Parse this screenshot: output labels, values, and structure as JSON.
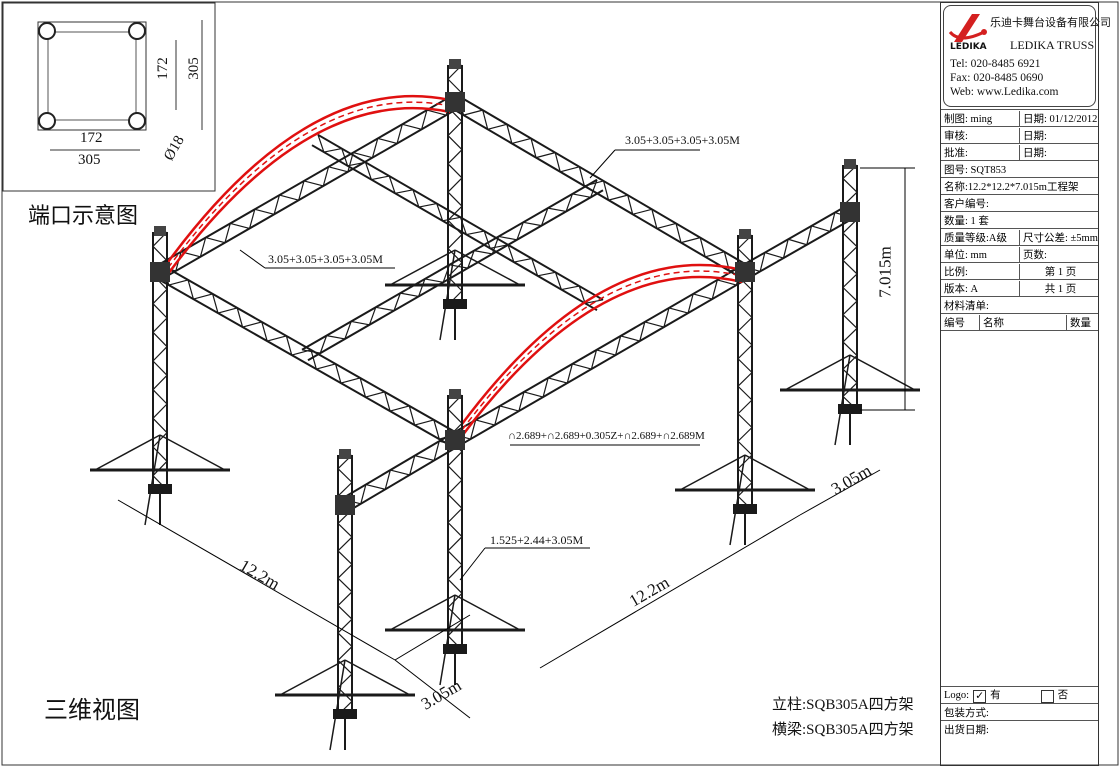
{
  "company": {
    "name_cn": "乐迪卡舞台设备有限公司",
    "name_en": "LEDIKA TRUSS",
    "logo_text": "LEDIKA",
    "tel": "Tel:  020-8485  6921",
    "fax": "Fax:  020-8485  0690",
    "web": "Web:  www.Ledika.com"
  },
  "title_block": {
    "drawn_by": "制图: ming",
    "date1": "日期: 01/12/2012",
    "reviewed": "审核:",
    "date2": "日期:",
    "approved": "批准:",
    "date3": "日期:",
    "drawing_no": "图号: SQT853",
    "name": "名称:12.2*12.2*7.015m工程架",
    "customer_no": "客户编号:",
    "quantity": "数量:  1  套",
    "quality": "质量等级:A级",
    "tolerance": "尺寸公差: ±5mm",
    "unit": "单位: mm",
    "pages": "页数:",
    "scale": "比例:",
    "page_no": "第  1  页",
    "version": "版本: A",
    "page_total": "共  1  页",
    "bom": "材料清单:",
    "col_no": "编号",
    "col_name": "名称",
    "col_qty": "数量",
    "logo_label": "Logo:",
    "logo_yes_check": "✓",
    "logo_yes": "有",
    "logo_no": "否",
    "packaging": "包装方式:",
    "ship_date": "出货日期:"
  },
  "port_view": {
    "title": "端口示意图",
    "dim_172_v": "172",
    "dim_305_v": "305",
    "dim_172_h": "172",
    "dim_305_h": "305",
    "dia": "Ø18"
  },
  "view_title": "三维视图",
  "labels": {
    "top_beam": "3.05+3.05+3.05+3.05M",
    "left_beam": "3.05+3.05+3.05+3.05M",
    "arc": "∩2.689+∩2.689+0.305Z+∩2.689+∩2.689M",
    "post": "1.525+2.44+3.05M",
    "height": "7.015m",
    "ext_right": "3.05m",
    "width_left": "12.2m",
    "width_right": "12.2m",
    "ext_front": "3.05m"
  },
  "materials": {
    "post": "立柱:SQB305A四方架",
    "beam": "横梁:SQB305A四方架"
  },
  "colors": {
    "truss": "#1a1a1a",
    "arc": "#e01010",
    "logo": "#d42020"
  }
}
